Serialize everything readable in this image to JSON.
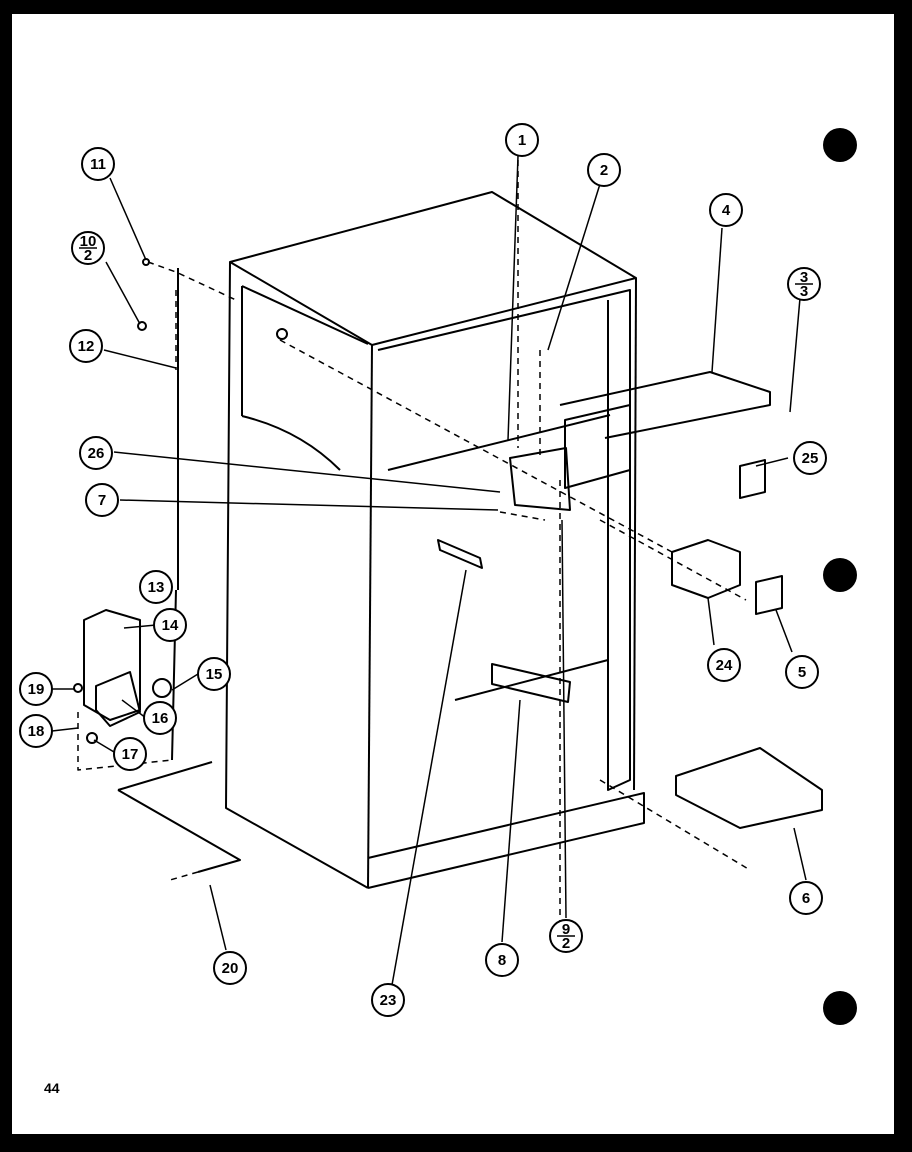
{
  "page": {
    "number": "44"
  },
  "callouts": [
    {
      "id": "c1",
      "label": "1"
    },
    {
      "id": "c2",
      "label": "2"
    },
    {
      "id": "c4",
      "label": "4"
    },
    {
      "id": "c3",
      "label": "3",
      "sub": "3"
    },
    {
      "id": "c25",
      "label": "25"
    },
    {
      "id": "c24",
      "label": "24"
    },
    {
      "id": "c5",
      "label": "5"
    },
    {
      "id": "c6",
      "label": "6"
    },
    {
      "id": "c9",
      "label": "9",
      "sub": "2"
    },
    {
      "id": "c8",
      "label": "8"
    },
    {
      "id": "c23",
      "label": "23"
    },
    {
      "id": "c20",
      "label": "20"
    },
    {
      "id": "c17",
      "label": "17"
    },
    {
      "id": "c16",
      "label": "16"
    },
    {
      "id": "c15",
      "label": "15"
    },
    {
      "id": "c14",
      "label": "14"
    },
    {
      "id": "c13",
      "label": "13"
    },
    {
      "id": "c19",
      "label": "19"
    },
    {
      "id": "c18",
      "label": "18"
    },
    {
      "id": "c7",
      "label": "7"
    },
    {
      "id": "c26",
      "label": "26"
    },
    {
      "id": "c12",
      "label": "12"
    },
    {
      "id": "c10",
      "label": "10",
      "sub": "2"
    },
    {
      "id": "c11",
      "label": "11"
    }
  ],
  "colors": {
    "ink": "#000000",
    "paper": "#ffffff",
    "border": "#000000"
  }
}
